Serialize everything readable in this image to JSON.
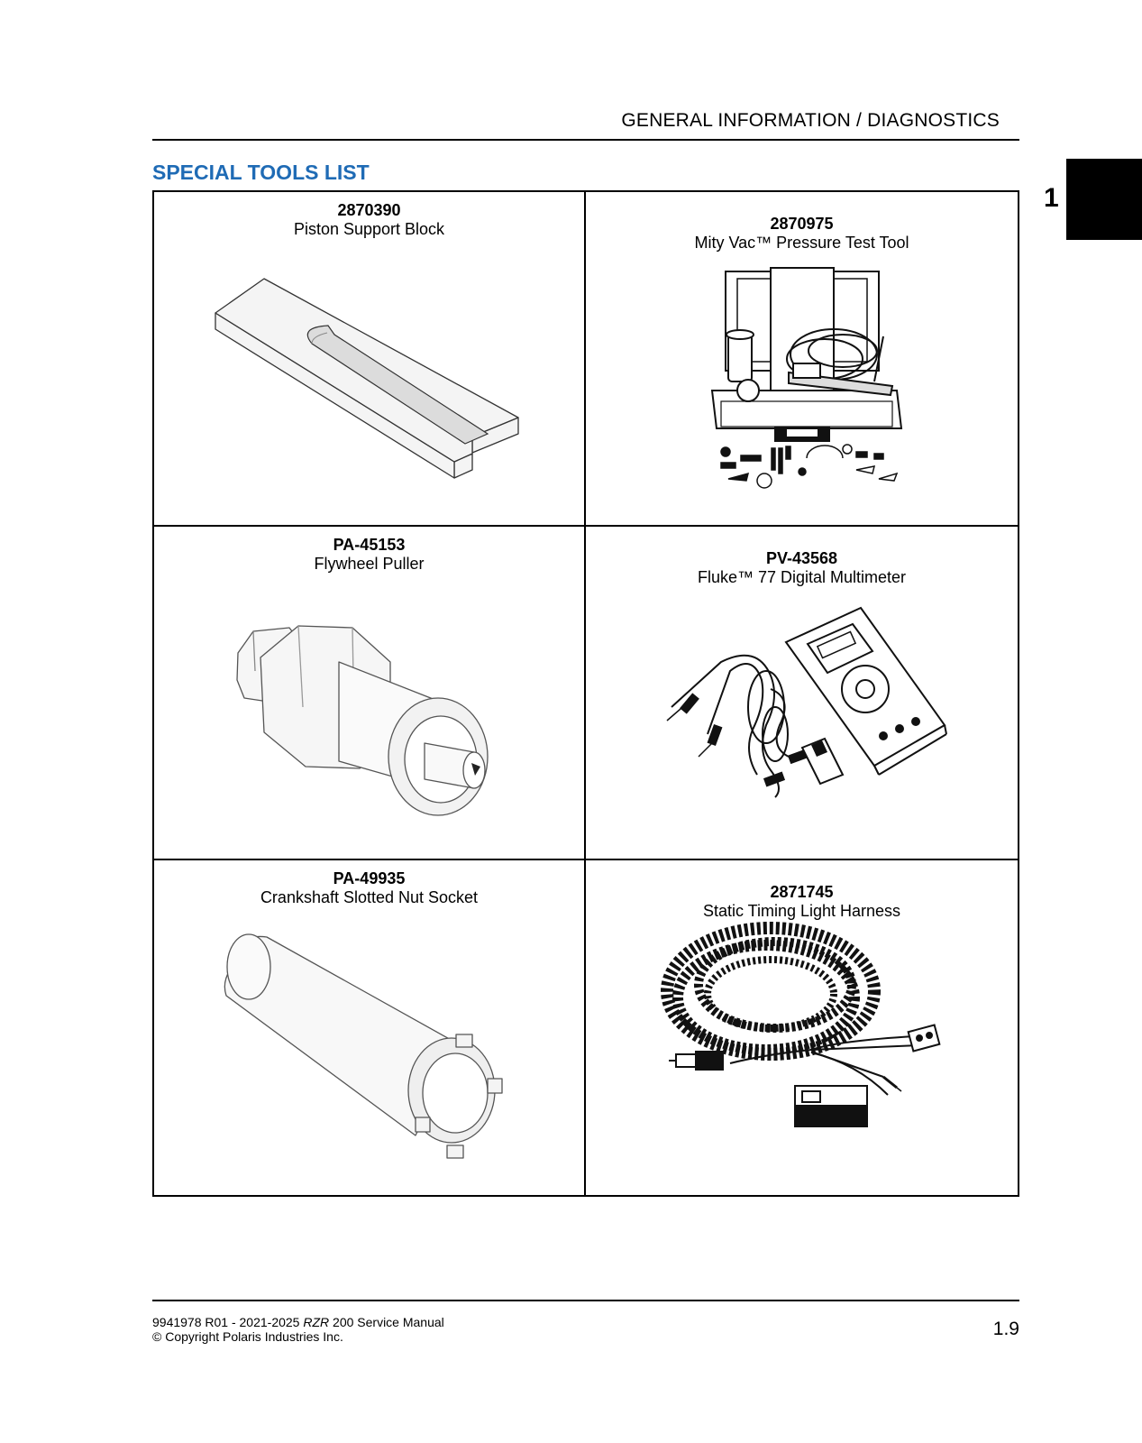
{
  "header": {
    "title": "GENERAL INFORMATION / DIAGNOSTICS"
  },
  "section": {
    "title": "SPECIAL TOOLS LIST"
  },
  "chapter": {
    "number": "1"
  },
  "tools": [
    {
      "part_number": "2870390",
      "name": "Piston Support Block",
      "icon": "piston-support-block-icon"
    },
    {
      "part_number": "2870975",
      "name": "Mity Vac™ Pressure Test Tool",
      "icon": "pressure-test-kit-icon"
    },
    {
      "part_number": "PA-45153",
      "name": "Flywheel Puller",
      "icon": "flywheel-puller-icon"
    },
    {
      "part_number": "PV-43568",
      "name": "Fluke™ 77 Digital Multimeter",
      "icon": "multimeter-icon"
    },
    {
      "part_number": "PA-49935",
      "name": "Crankshaft Slotted Nut Socket",
      "icon": "slotted-nut-socket-icon"
    },
    {
      "part_number": "2871745",
      "name": "Static Timing Light Harness",
      "icon": "timing-light-harness-icon"
    }
  ],
  "footer": {
    "doc_prefix": "9941978 R01 - 2021-2025 ",
    "model": "RZR",
    "doc_suffix": " 200 Service Manual",
    "copyright": "© Copyright Polaris Industries Inc.",
    "page_number": "1.9"
  }
}
